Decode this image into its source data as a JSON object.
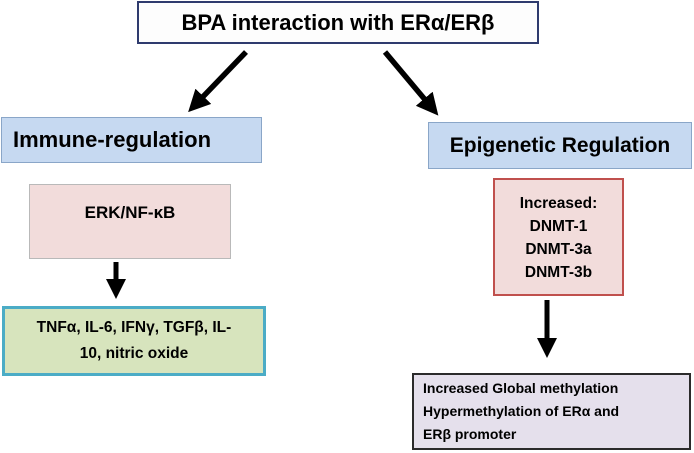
{
  "top": {
    "title": "BPA interaction with ERα/ERβ"
  },
  "left": {
    "heading": "Immune-regulation",
    "pathway": "ERK/NF-κB",
    "outputs_line1": "TNFα, IL-6, IFNγ, TGFβ, IL-",
    "outputs_line2": "10, nitric oxide"
  },
  "right": {
    "heading": "Epigenetic Regulation",
    "increased": {
      "label": "Increased:",
      "items": [
        "DNMT-1",
        "DNMT-3a",
        "DNMT-3b"
      ]
    },
    "outcome_lines": [
      "Increased Global methylation",
      "Hypermethylation of ERα and",
      "ERβ promoter"
    ]
  },
  "colors": {
    "heading_fill": "#c6d9f1",
    "pink_fill": "#f2dcdb",
    "green_fill": "#d7e4bd",
    "lavender_fill": "#e5e0ec",
    "cyan_border": "#4bacc6",
    "red_border": "#c0504d",
    "navy_border": "#2f3b6e"
  }
}
